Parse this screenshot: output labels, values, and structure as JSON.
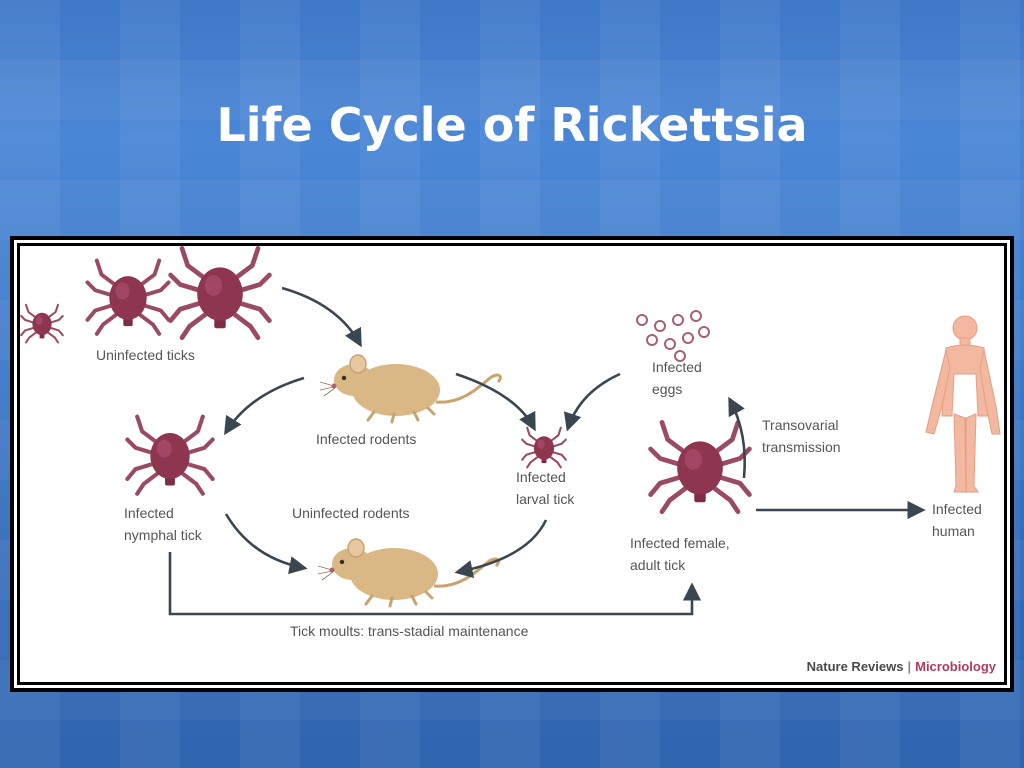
{
  "slide": {
    "title": "Life Cycle of Rickettsia"
  },
  "diagram": {
    "labels": {
      "uninfected_ticks": "Uninfected ticks",
      "infected_rodents": "Infected rodents",
      "infected_nymphal_tick": "Infected\nnymphal tick",
      "uninfected_rodents": "Uninfected rodents",
      "infected_larval_tick": "Infected\nlarval tick",
      "infected_eggs": "Infected\neggs",
      "transovarial_transmission": "Transovarial\ntransmission",
      "infected_female_adult_tick": "Infected female,\nadult tick",
      "infected_human": "Infected\nhuman",
      "tick_moults": "Tick moults: trans-stadial maintenance"
    },
    "credit": {
      "journal": "Nature Reviews",
      "separator": "|",
      "section": "Microbiology"
    },
    "colors": {
      "tick_body": "#8e3550",
      "tick_legs": "#9a4a63",
      "rodent_body": "#d9b886",
      "arrow": "#3a4650",
      "human": "#f2b9a0",
      "egg": "#a8607a"
    }
  }
}
